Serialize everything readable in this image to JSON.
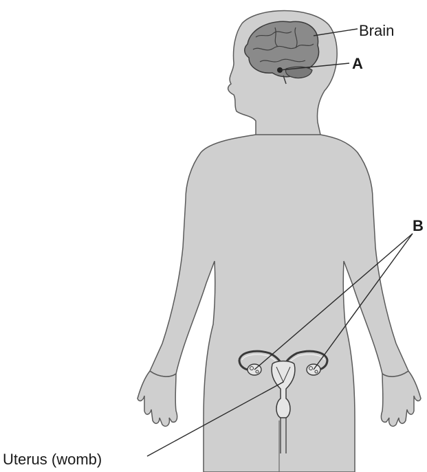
{
  "labels": {
    "brain": "Brain",
    "a": "A",
    "b": "B",
    "uterus": "Uterus (womb)"
  },
  "colors": {
    "body_fill": "#cfcfcf",
    "body_stroke": "#5a5a5a",
    "brain_fill": "#8a8a8a",
    "organ_fill": "#e6e6e6",
    "line": "#2a2a2a"
  }
}
